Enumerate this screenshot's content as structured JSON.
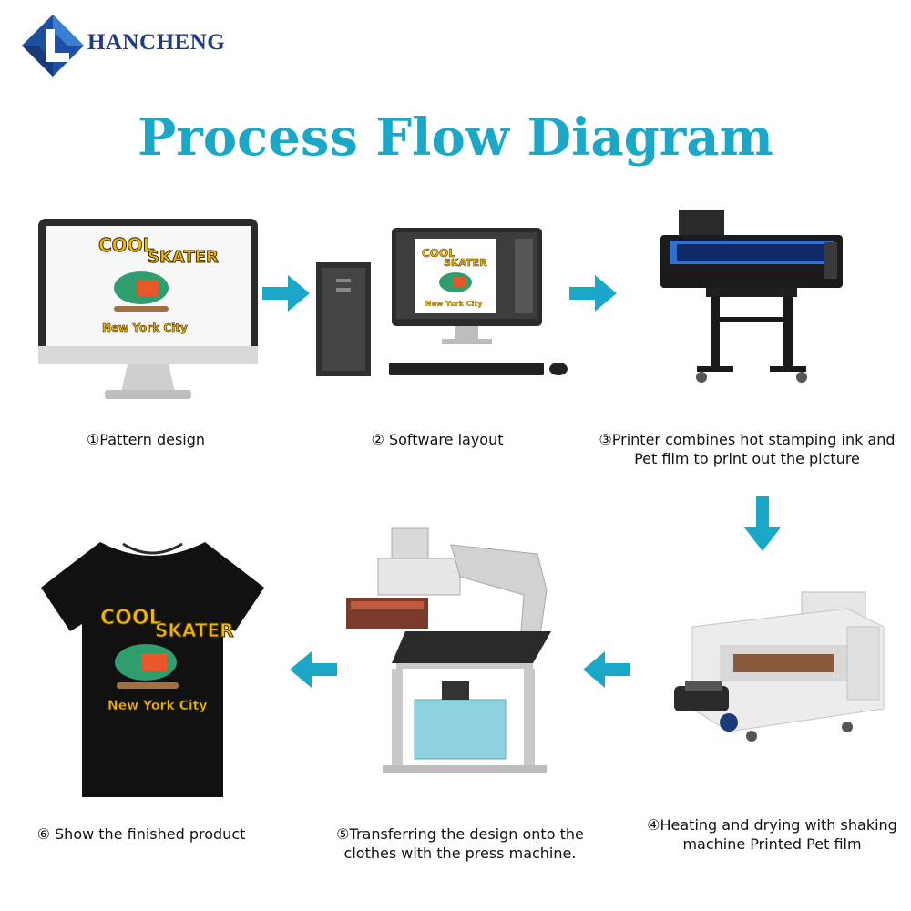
{
  "brand": {
    "name": "HANCHENG",
    "color": "#1f3a8a",
    "logo_color": "#1f4fa0"
  },
  "title": "Process Flow Diagram",
  "accent_color": "#1aa7c8",
  "steps": [
    {
      "label": "①Pattern design",
      "lines": [
        "①Pattern design"
      ]
    },
    {
      "label": "② Software layout",
      "lines": [
        "② Software layout"
      ]
    },
    {
      "label": "③Printer combines hot stamping ink and Pet film to print out the picture",
      "lines": [
        "③Printer combines hot stamping ink and",
        "Pet film to print out the picture"
      ]
    },
    {
      "label": "④Heating and drying with shaking machine Printed Pet film",
      "lines": [
        "④Heating and drying with shaking",
        "machine Printed Pet film"
      ]
    },
    {
      "label": "⑤Transferring the design onto the clothes with the press machine.",
      "lines": [
        "⑤Transferring the design onto the",
        "clothes with the press machine."
      ]
    },
    {
      "label": "⑥ Show the finished product",
      "lines": [
        "⑥ Show the finished product"
      ]
    }
  ],
  "artwork": {
    "line1": "COOL",
    "line2": "SKATER",
    "line3": "New York City"
  },
  "icons": {
    "logo": "hancheng-logo-icon",
    "arrow_right": "arrow-right-icon",
    "arrow_down": "arrow-down-icon",
    "arrow_left": "arrow-left-icon"
  }
}
